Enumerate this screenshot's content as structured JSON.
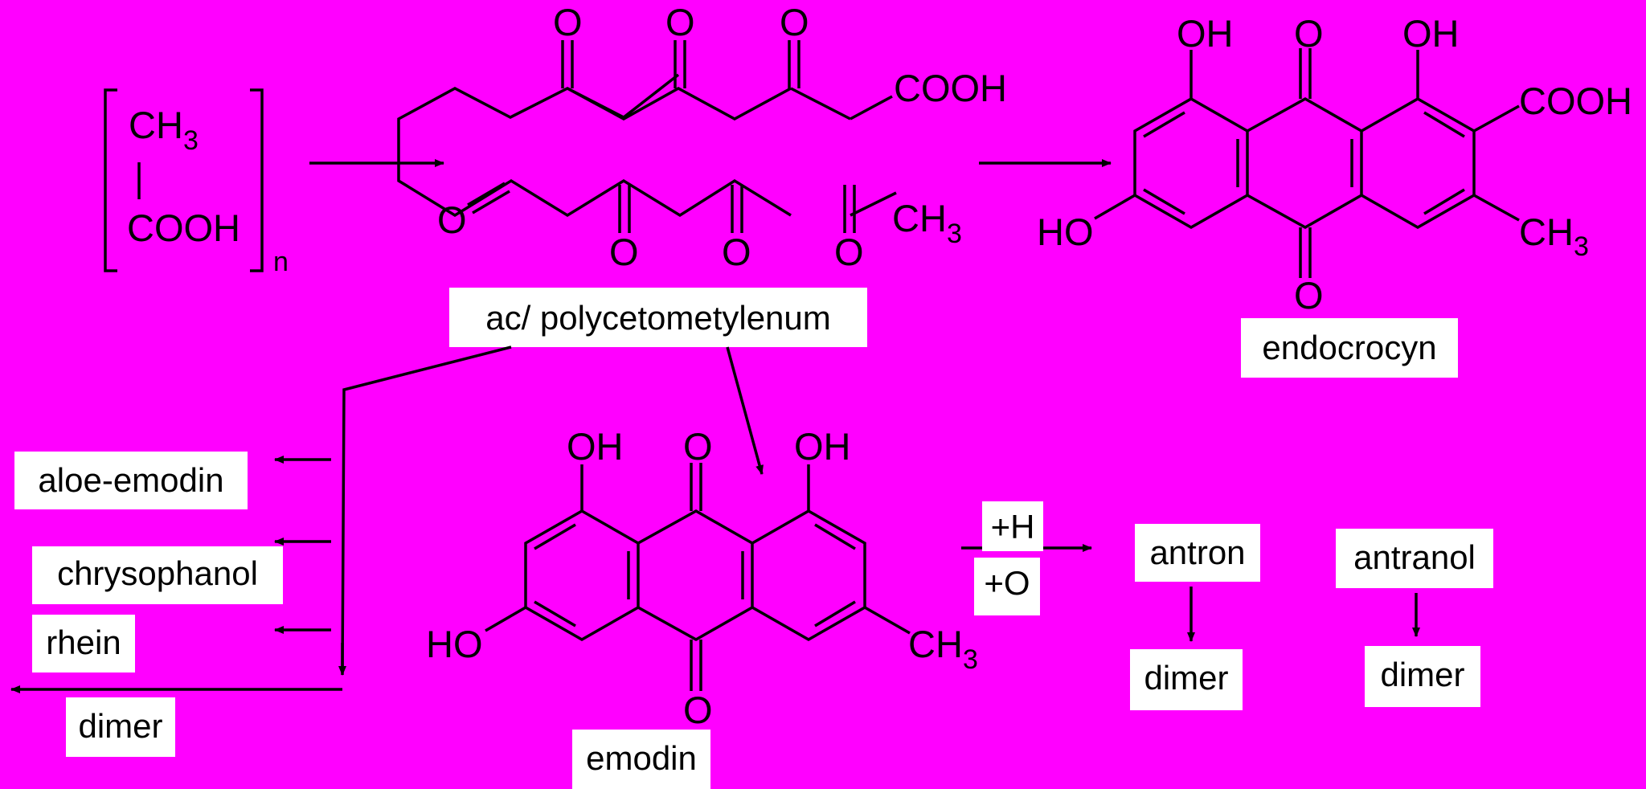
{
  "colors": {
    "background": "#ff00ff",
    "ink": "#000000",
    "label_box": "#ffffff"
  },
  "monomer": {
    "ch3": "CH",
    "ch3_sub": "3",
    "cooh": "COOH",
    "repeat": "n"
  },
  "polyketide": {
    "top_o1": "O",
    "top_o2": "O",
    "top_o3": "O",
    "cooh": "COOH",
    "left_o": "O",
    "bottom_o1": "O",
    "bottom_o2": "O",
    "bottom_o3": "O",
    "ch3": "CH",
    "ch3_sub": "3",
    "label": "ac/ polycetometylenum"
  },
  "endocrocyn": {
    "oh_left": "OH",
    "o_top": "O",
    "oh_right": "OH",
    "cooh": "COOH",
    "ho": "HO",
    "ch3": "CH",
    "ch3_sub": "3",
    "o_bottom": "O",
    "label": "endocrocyn"
  },
  "emodin": {
    "oh_left": "OH",
    "o_top": "O",
    "oh_right": "OH",
    "ho": "HO",
    "ch3": "CH",
    "ch3_sub": "3",
    "o_bottom": "O",
    "label": "emodin"
  },
  "products": [
    "aloe-emodin",
    "chrysophanol",
    "rhein",
    "dimer"
  ],
  "reagents": {
    "plus_h": "+H",
    "plus_o": "+O"
  },
  "antron": {
    "label": "antron",
    "dimer": "dimer"
  },
  "antranol": {
    "label": "antranol",
    "dimer": "dimer"
  }
}
